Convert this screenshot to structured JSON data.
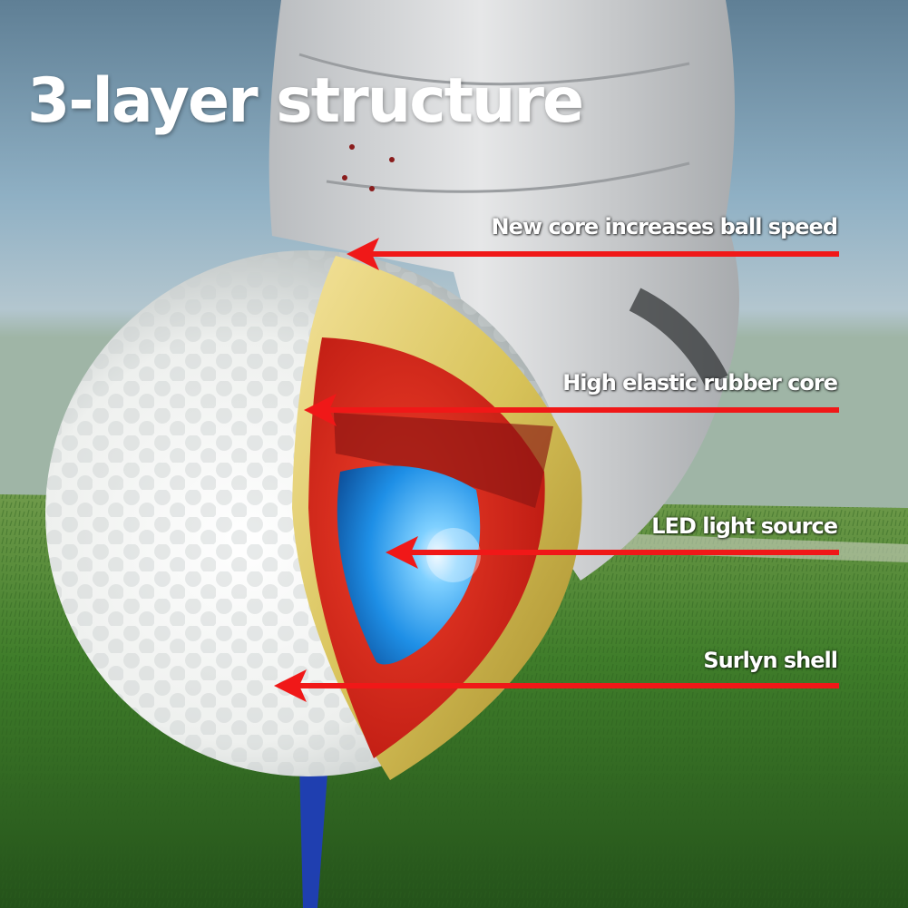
{
  "title": "3-layer structure",
  "callouts": [
    {
      "label": "New core increases ball speed"
    },
    {
      "label": "High elastic rubber core"
    },
    {
      "label": "LED light source"
    },
    {
      "label": "Surlyn shell"
    }
  ],
  "colors": {
    "arrow": "#f01818",
    "gold_layer": "#d8c35a",
    "red_layer": "#dd2a1c",
    "led_core": "#1e8fe6",
    "grass": "#3f7d2a",
    "sky": "#8fb0c4",
    "tee": "#1f3fb0"
  }
}
